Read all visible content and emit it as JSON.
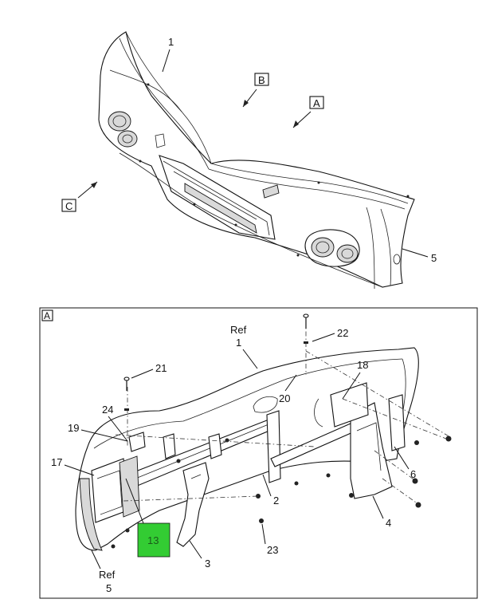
{
  "view_letters": {
    "a": "A",
    "b": "B",
    "c": "C",
    "detail_a": "A"
  },
  "callouts": {
    "c1": "1",
    "c5": "5",
    "ref1_ref": "Ref",
    "ref1_num": "1",
    "ref5_ref": "Ref",
    "ref5_num": "5",
    "c2": "2",
    "c3": "3",
    "c4": "4",
    "c6": "6",
    "c13": "13",
    "c17": "17",
    "c18": "18",
    "c19": "19",
    "c20": "20",
    "c21": "21",
    "c22": "22",
    "c23": "23",
    "c24": "24"
  },
  "colors": {
    "highlight": "#33cc33",
    "line": "#111111"
  }
}
